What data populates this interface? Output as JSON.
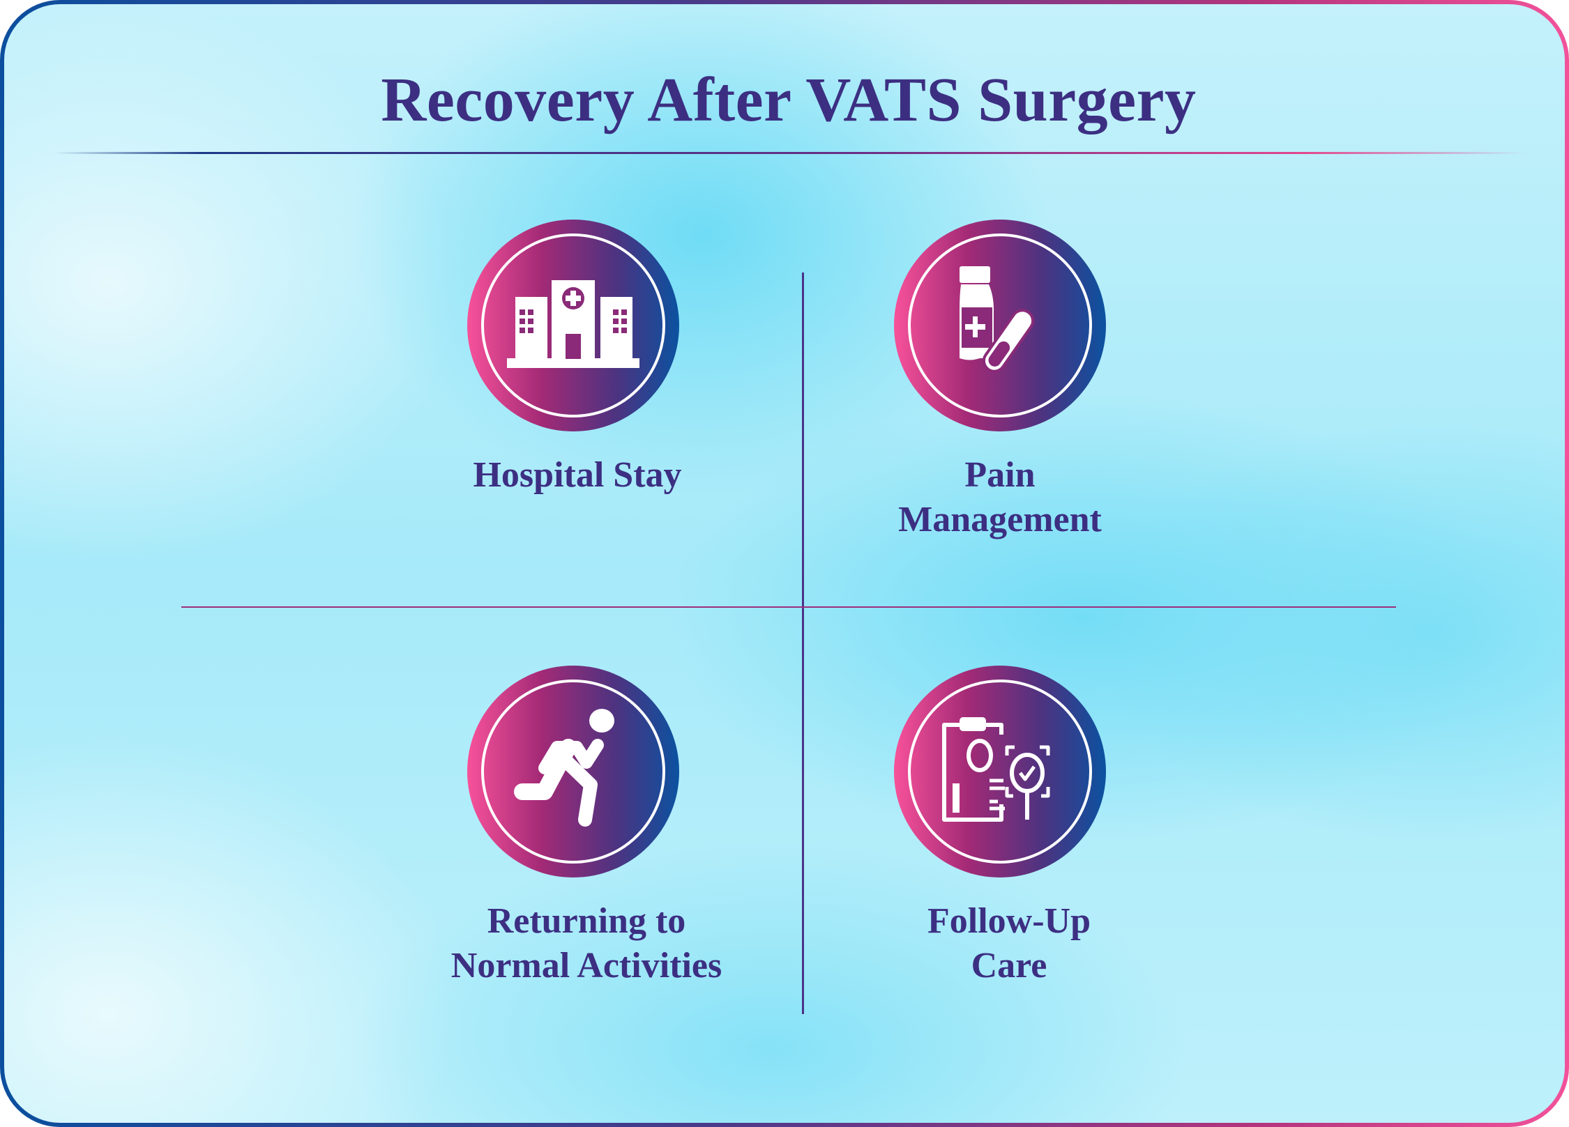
{
  "title": "Recovery After VATS Surgery",
  "colors": {
    "text": "#3c2f82",
    "gradient_start": "#f2529a",
    "gradient_mid": "#a12a75",
    "gradient_end": "#0b4f9e"
  },
  "items": [
    {
      "label_lines": [
        "Hospital Stay"
      ],
      "icon": "hospital-icon"
    },
    {
      "label_lines": [
        "Pain",
        "Management"
      ],
      "icon": "medicine-bottle-pill-icon"
    },
    {
      "label_lines": [
        "Returning to",
        "Normal Activities"
      ],
      "icon": "running-person-icon"
    },
    {
      "label_lines": [
        "Follow-Up",
        "Care"
      ],
      "icon": "clipboard-checkup-icon"
    }
  ]
}
